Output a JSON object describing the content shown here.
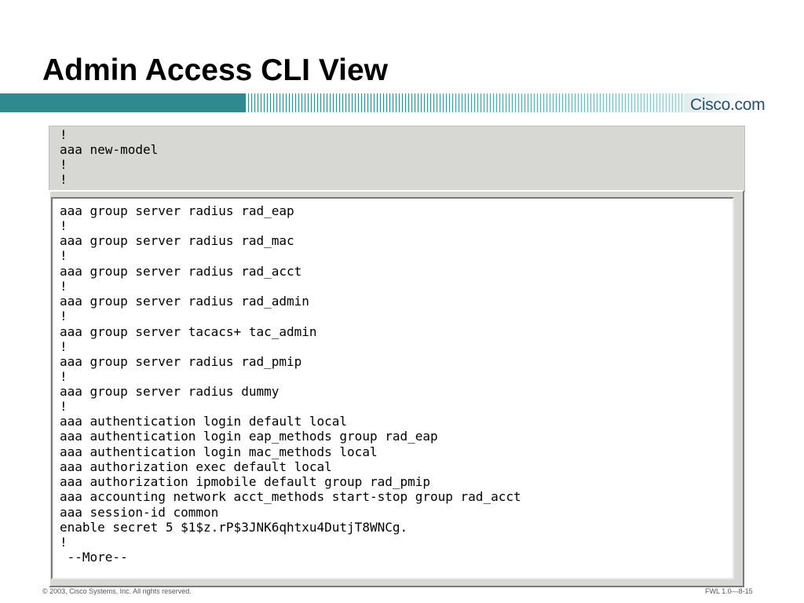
{
  "slide": {
    "title": "Admin Access CLI View",
    "logo_text": "Cisco.com",
    "footer_left": "© 2003, Cisco Systems, Inc. All rights reserved.",
    "footer_right": "FWL 1.0—8-15"
  },
  "colors": {
    "band": "#2e8a8c",
    "logo": "#2b4f72",
    "terminal_bg": "#d7d7d4",
    "terminal_screen": "#ffffff"
  },
  "terminal": {
    "header_lines": [
      "!",
      "aaa new-model",
      "!",
      "!"
    ],
    "lines": [
      "aaa group server radius rad_eap",
      "!",
      "aaa group server radius rad_mac",
      "!",
      "aaa group server radius rad_acct",
      "!",
      "aaa group server radius rad_admin",
      "!",
      "aaa group server tacacs+ tac_admin",
      "!",
      "aaa group server radius rad_pmip",
      "!",
      "aaa group server radius dummy",
      "!",
      "aaa authentication login default local",
      "aaa authentication login eap_methods group rad_eap",
      "aaa authentication login mac_methods local",
      "aaa authorization exec default local",
      "aaa authorization ipmobile default group rad_pmip",
      "aaa accounting network acct_methods start-stop group rad_acct",
      "aaa session-id common",
      "enable secret 5 $1$z.rP$3JNK6qhtxu4DutjT8WNCg.",
      "!",
      " --More--"
    ]
  }
}
